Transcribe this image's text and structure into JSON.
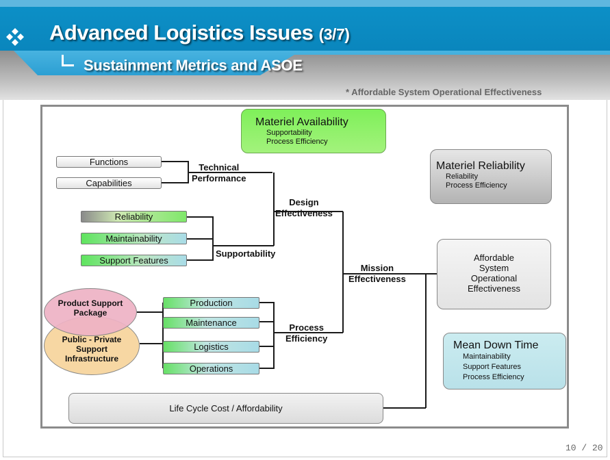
{
  "header": {
    "title": "Advanced Logistics Issues",
    "title_part": "(3/7)",
    "subtitle": "Sustainment Metrics and ASOE",
    "footnote": "* Affordable System Operational Effectiveness",
    "page_number": "10 / 20"
  },
  "colors": {
    "title_band": "#0a86bd",
    "green_box": "#7fee5a",
    "gray_box": "#cfcfcf",
    "teal_box": "#c3e7ec",
    "pink_circle": "#f0b9c8",
    "peach_circle": "#f7d59a"
  },
  "diagram": {
    "materiel_availability": {
      "title": "Materiel Availability",
      "lines": [
        "Supportability",
        "Process Efficiency"
      ]
    },
    "materiel_reliability": {
      "title": "Materiel Reliability",
      "lines": [
        "Reliability",
        "Process Efficiency"
      ]
    },
    "affordable_soe": {
      "lines": [
        "Affordable",
        "System",
        "Operational",
        "Effectiveness"
      ]
    },
    "mean_down_time": {
      "title": "Mean Down Time",
      "lines": [
        "Maintainability",
        "Support Features",
        "Process Efficiency"
      ]
    },
    "lcc": "Life Cycle Cost / Affordability",
    "leaves": {
      "functions": "Functions",
      "capabilities": "Capabilities",
      "reliability": "Reliability",
      "maintainability": "Maintainability",
      "support_features": "Support Features",
      "production": "Production",
      "maintenance": "Maintenance",
      "logistics": "Logistics",
      "operations": "Operations"
    },
    "nodes": {
      "technical_performance": [
        "Technical",
        "Performance"
      ],
      "supportability": "Supportability",
      "design_effectiveness": [
        "Design",
        "Effectiveness"
      ],
      "process_efficiency": [
        "Process",
        "Efficiency"
      ],
      "mission_effectiveness": [
        "Mission",
        "Effectiveness"
      ]
    },
    "circles": {
      "product_support": [
        "Product Support",
        "Package"
      ],
      "public_private": [
        "Public - Private",
        "Support",
        "Infrastructure"
      ]
    }
  }
}
